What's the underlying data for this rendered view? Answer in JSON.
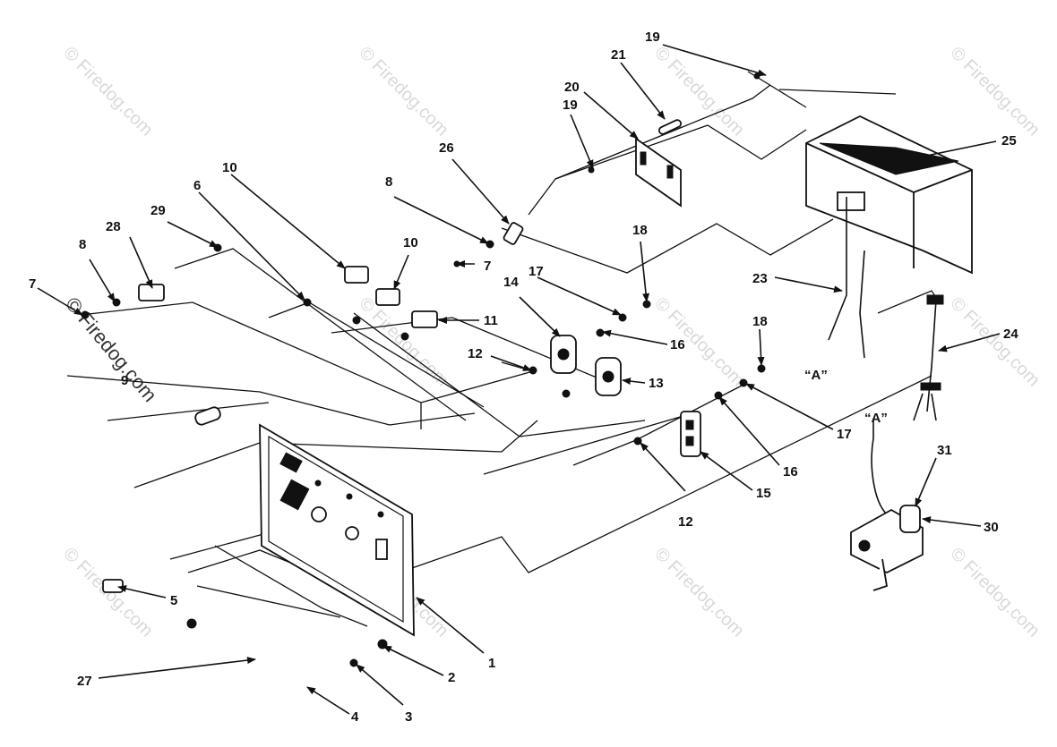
{
  "watermark": {
    "text": "© Firedog.com"
  },
  "callouts": {
    "c1": "1",
    "c2": "2",
    "c3": "3",
    "c4": "4",
    "c5": "5",
    "c6": "6",
    "c7a": "7",
    "c7b": "7",
    "c8a": "8",
    "c8b": "8",
    "c9": "9",
    "c10a": "10",
    "c10b": "10",
    "c11": "11",
    "c12a": "12",
    "c12b": "12",
    "c13": "13",
    "c14": "14",
    "c15": "15",
    "c16a": "16",
    "c16b": "16",
    "c17a": "17",
    "c17b": "17",
    "c18a": "18",
    "c18b": "18",
    "c19a": "19",
    "c19b": "19",
    "c20": "20",
    "c21": "21",
    "c23": "23",
    "c24": "24",
    "c25": "25",
    "c26": "26",
    "c27": "27",
    "c28": "28",
    "c29": "29",
    "c30": "30",
    "c31": "31"
  },
  "notes": {
    "a1": "“A”",
    "a2": "“A”"
  },
  "colors": {
    "ink": "#111111",
    "watermark": "#d9d9d9"
  }
}
